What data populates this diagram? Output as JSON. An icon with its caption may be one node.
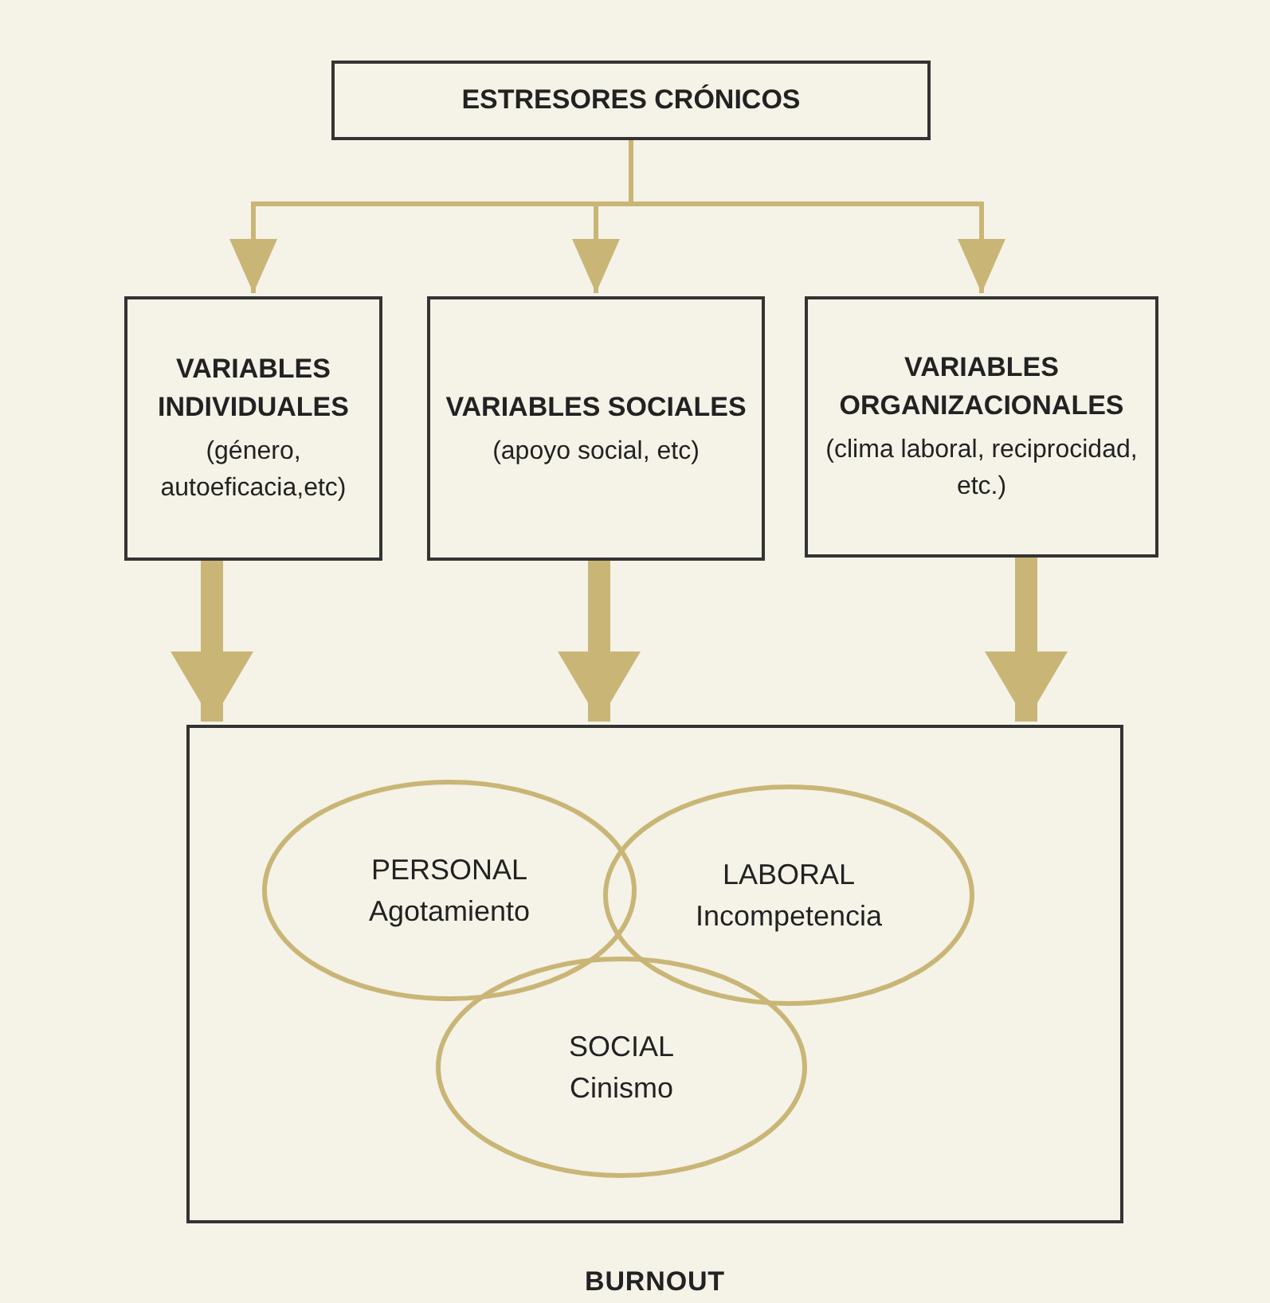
{
  "diagram": {
    "nodes": [
      {
        "text": [
          "ESTRESORES CRÓNICOS"
        ]
      },
      {
        "text": [
          "VARIABLES INDIVIDUALES",
          "(género, autoeficacia,etc)"
        ]
      },
      {
        "text": [
          "VARIABLES SOCIALES",
          "(apoyo social, etc)"
        ]
      },
      {
        "text": [
          "VARIABLES ORGANIZACIONALES",
          "(clima laboral, reciprocidad, etc.)"
        ]
      },
      {
        "text": [
          "BURNOUT"
        ]
      },
      {
        "text": [
          "PERSONAL",
          "Agotamiento"
        ],
        "in": 4
      },
      {
        "text": [
          "LABORAL",
          "Incompetencia"
        ],
        "in": 4
      },
      {
        "text": [
          "SOCIAL",
          "Cinismo"
        ],
        "in": 4
      }
    ],
    "edges": [
      {
        "from": 0,
        "to": 1,
        "arrow": "to"
      },
      {
        "from": 0,
        "to": 2,
        "arrow": "to"
      },
      {
        "from": 0,
        "to": 3,
        "arrow": "to"
      },
      {
        "from": 1,
        "to": 4,
        "arrow": "to",
        "style": "thick"
      },
      {
        "from": 2,
        "to": 4,
        "arrow": "to",
        "style": "thick"
      },
      {
        "from": 3,
        "to": 4,
        "arrow": "to",
        "style": "thick"
      }
    ]
  }
}
